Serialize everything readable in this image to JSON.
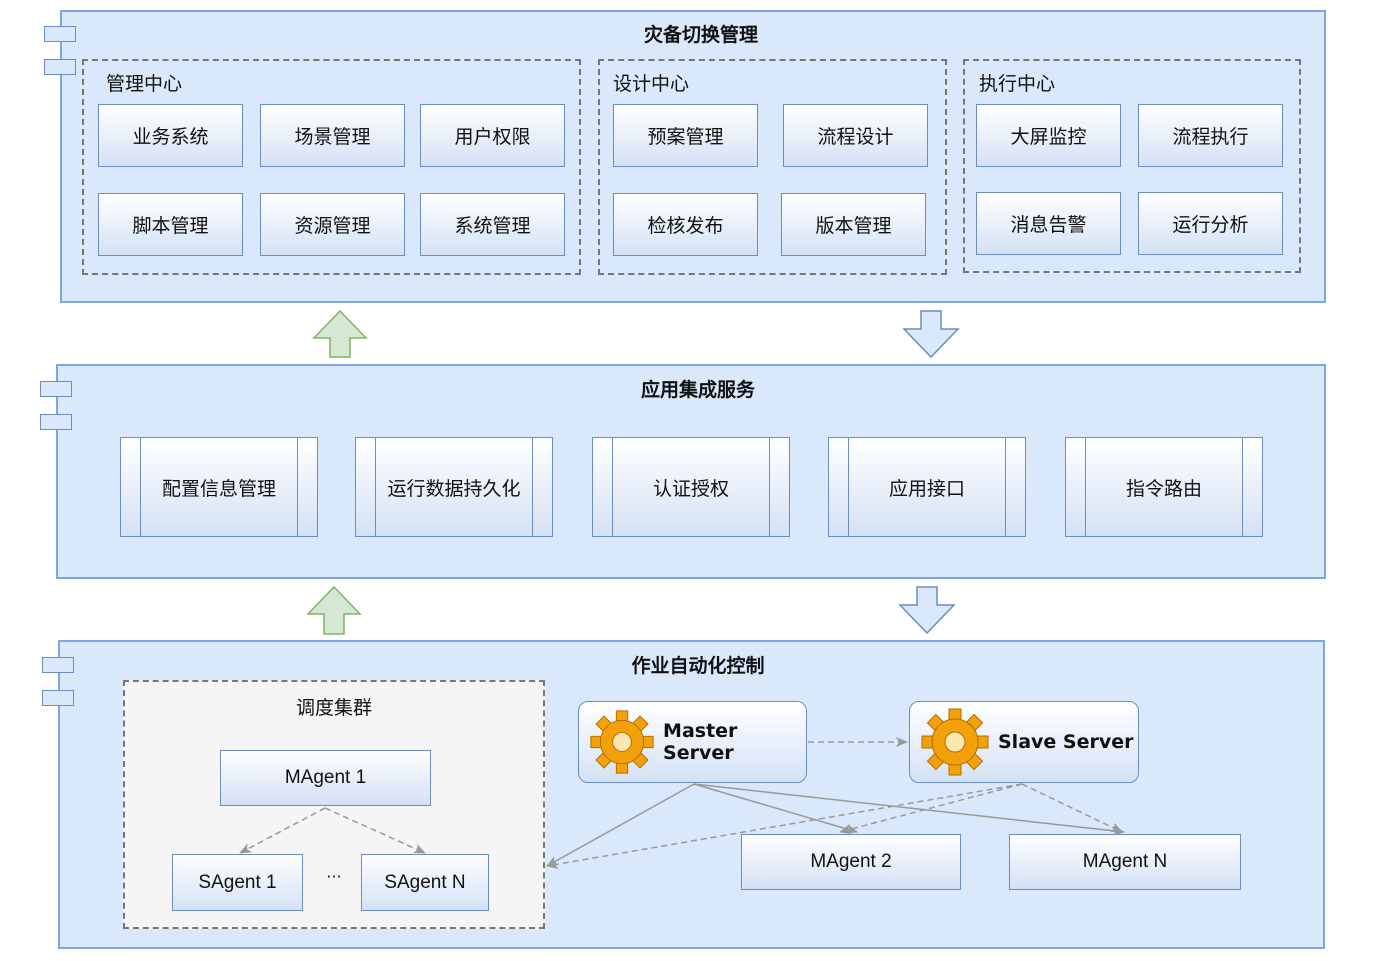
{
  "top_layer": {
    "title": "灾备切换管理",
    "groups": [
      {
        "title": "管理中心",
        "items": [
          "业务系统",
          "场景管理",
          "用户权限",
          "脚本管理",
          "资源管理",
          "系统管理"
        ]
      },
      {
        "title": "设计中心",
        "items": [
          "预案管理",
          "流程设计",
          "检核发布",
          "版本管理"
        ]
      },
      {
        "title": "执行中心",
        "items": [
          "大屏监控",
          "流程执行",
          "消息告警",
          "运行分析"
        ]
      }
    ]
  },
  "middle_layer": {
    "title": "应用集成服务",
    "services": [
      "配置信息管理",
      "运行数据持久化",
      "认证授权",
      "应用接口",
      "指令路由"
    ]
  },
  "bottom_layer": {
    "title": "作业自动化控制",
    "cluster": {
      "title": "调度集群",
      "magent": "MAgent 1",
      "sagent_first": "SAgent 1",
      "ellipsis": "···",
      "sagent_last": "SAgent N"
    },
    "servers": {
      "master": "Master Server",
      "slave": "Slave Server"
    },
    "agents": {
      "magent2": "MAgent 2",
      "magentN": "MAgent N"
    }
  },
  "colors": {
    "layer_fill": "#dae8fc",
    "layer_border": "#7ea6e0",
    "up_arrow_fill": "#d5e8d4",
    "up_arrow_stroke": "#82b366",
    "down_arrow_fill": "#dae8fc",
    "down_arrow_stroke": "#6c8ebf",
    "gear": "#f2a10b"
  },
  "icons": [
    "component-tab-icon",
    "gear-icon",
    "up-arrow-icon",
    "down-arrow-icon"
  ]
}
